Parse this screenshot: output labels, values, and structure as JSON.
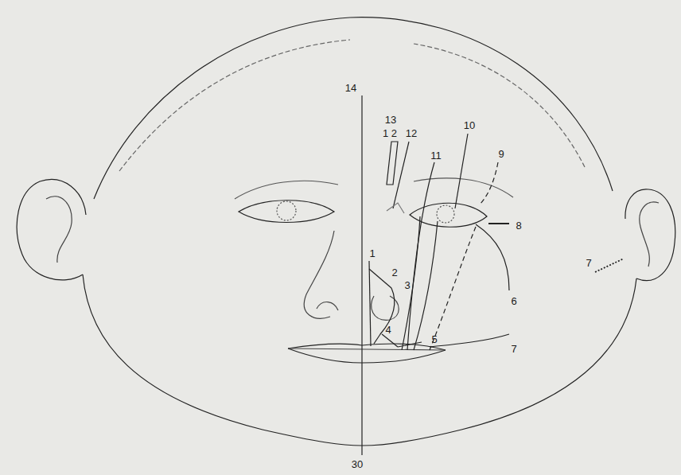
{
  "diagram": {
    "labels": [
      "14",
      "13",
      "1 2",
      "12",
      "11",
      "10",
      "9",
      "8",
      "7",
      "6",
      "1",
      "2",
      "3",
      "4",
      "5",
      "7",
      "30"
    ]
  }
}
